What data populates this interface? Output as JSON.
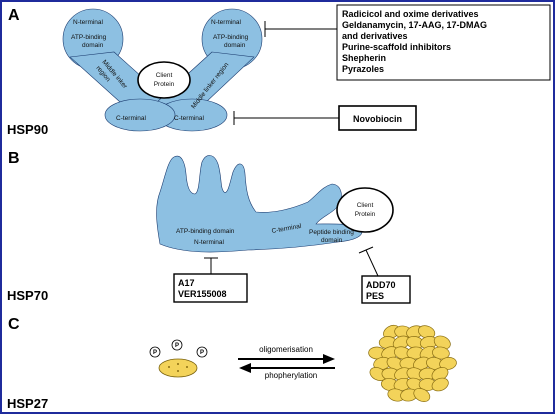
{
  "panels": {
    "a": {
      "letter": "A",
      "name": "HSP90",
      "labels": {
        "n_terminal_left": "N-terminal",
        "n_terminal_right": "N-terminal",
        "atp_left_1": "ATP-binding",
        "atp_left_2": "domain",
        "atp_right_1": "ATP-binding",
        "atp_right_2": "domain",
        "middle_left_1": "Middle inker",
        "middle_left_2": "region",
        "middle_right": "Middle linker region",
        "client_1": "Client",
        "client_2": "Protein",
        "c_terminal_left": "C-terminal",
        "c_terminal_right": "C-terminal"
      },
      "inhibitor_box": [
        "Radicicol and oxime derivatives",
        "Geldanamycin, 17-AAG, 17-DMAG",
        "and derivatives",
        "Purine-scaffold inhibitors",
        "Shepherin",
        "Pyrazoles"
      ],
      "ctd_inhibitor": "Novobiocin"
    },
    "b": {
      "letter": "B",
      "name": "HSP70",
      "labels": {
        "atp": "ATP-binding domain",
        "n_terminal": "N-terminal",
        "c_terminal": "C-terminal",
        "peptide_1": "Peptide binding",
        "peptide_2": "domain",
        "client_1": "Client",
        "client_2": "Protein"
      },
      "atp_inhibitors": [
        "A17",
        "VER155008"
      ],
      "peptide_inhibitors": [
        "ADD70",
        "PES"
      ]
    },
    "c": {
      "letter": "C",
      "name": "HSP27",
      "p_label": "P",
      "forward": "oligomerisation",
      "reverse": "phopherylation"
    }
  },
  "colors": {
    "protein": "#8dc0e2",
    "oligomer": "#f3d35a",
    "frame": "#1f2b9c"
  }
}
